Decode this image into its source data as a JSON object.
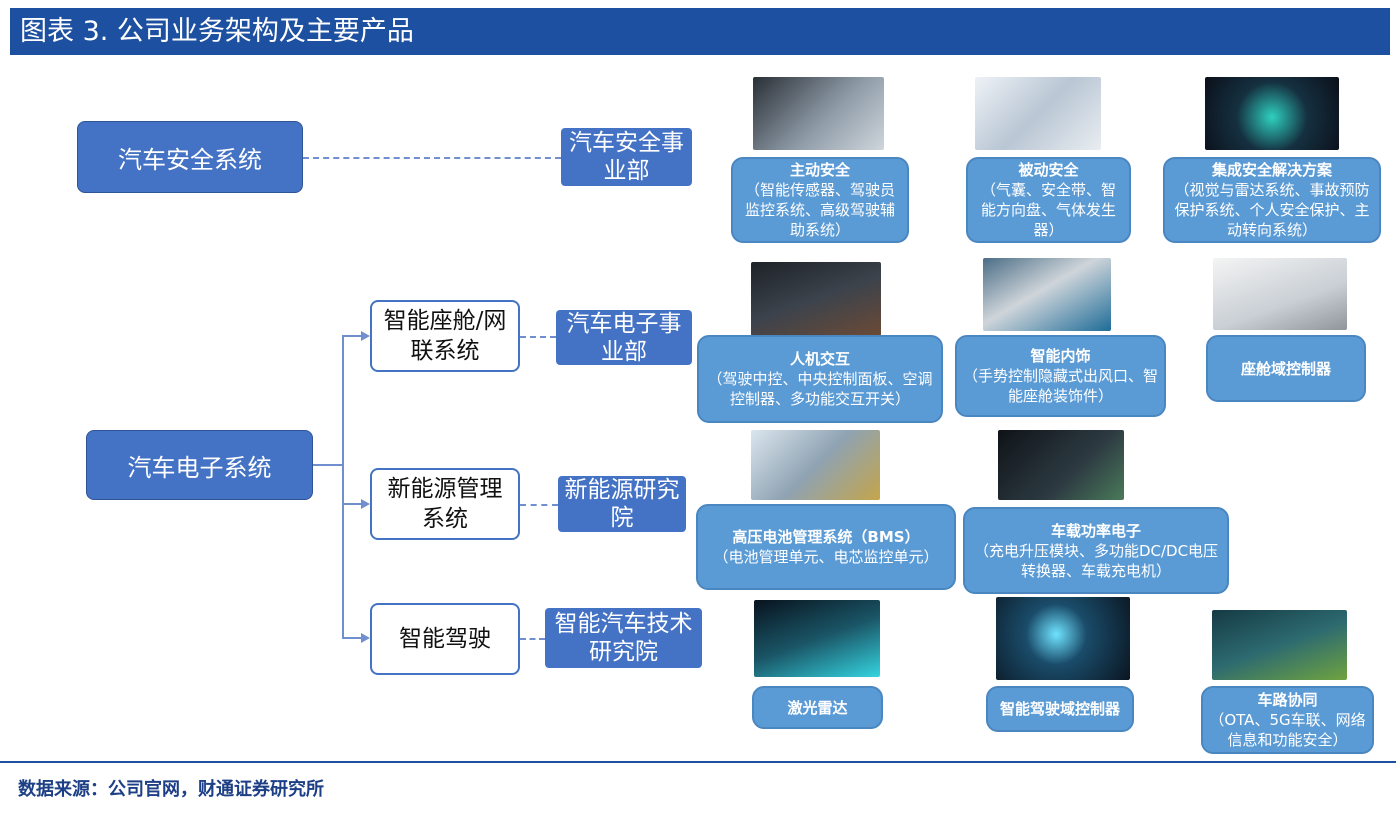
{
  "title": "图表 3.  公司业务架构及主要产品",
  "systems": {
    "safety": "汽车安全系统",
    "electronics": "汽车电子系统"
  },
  "subsystems": {
    "cockpit": "智能座舱/网联系统",
    "energy": "新能源管理系统",
    "driving": "智能驾驶"
  },
  "departments": {
    "safety": "汽车安全事业部",
    "electronics": "汽车电子事业部",
    "energy": "新能源研究院",
    "driving": "智能汽车技术研究院"
  },
  "products": {
    "active_safety": {
      "name": "主动安全",
      "desc": "（智能传感器、驾驶员监控系统、高级驾驶辅助系统）"
    },
    "passive_safety": {
      "name": "被动安全",
      "desc": "（气囊、安全带、智能方向盘、气体发生器）"
    },
    "integrated_safety": {
      "name": "集成安全解决方案",
      "desc": "（视觉与雷达系统、事故预防保护系统、个人安全保护、主动转向系统）"
    },
    "hmi": {
      "name": "人机交互",
      "desc": "（驾驶中控、中央控制面板、空调控制器、多功能交互开关）"
    },
    "interior": {
      "name": "智能内饰",
      "desc": "（手势控制隐藏式出风口、智能座舱装饰件）"
    },
    "cockpit_controller": {
      "name": "座舱域控制器"
    },
    "bms": {
      "name": "高压电池管理系统（BMS）",
      "desc": "（电池管理单元、电芯监控单元）"
    },
    "power": {
      "name": "车载功率电子",
      "desc": "（充电升压模块、多功能DC/DC电压转换器、车载充电机）"
    },
    "lidar": {
      "name": "激光雷达"
    },
    "ad_controller": {
      "name": "智能驾驶域控制器"
    },
    "v2x": {
      "name": "车路协同",
      "desc": "（OTA、5G车联、网络信息和功能安全）"
    }
  },
  "source": "数据来源：公司官网，财通证券研究所"
}
